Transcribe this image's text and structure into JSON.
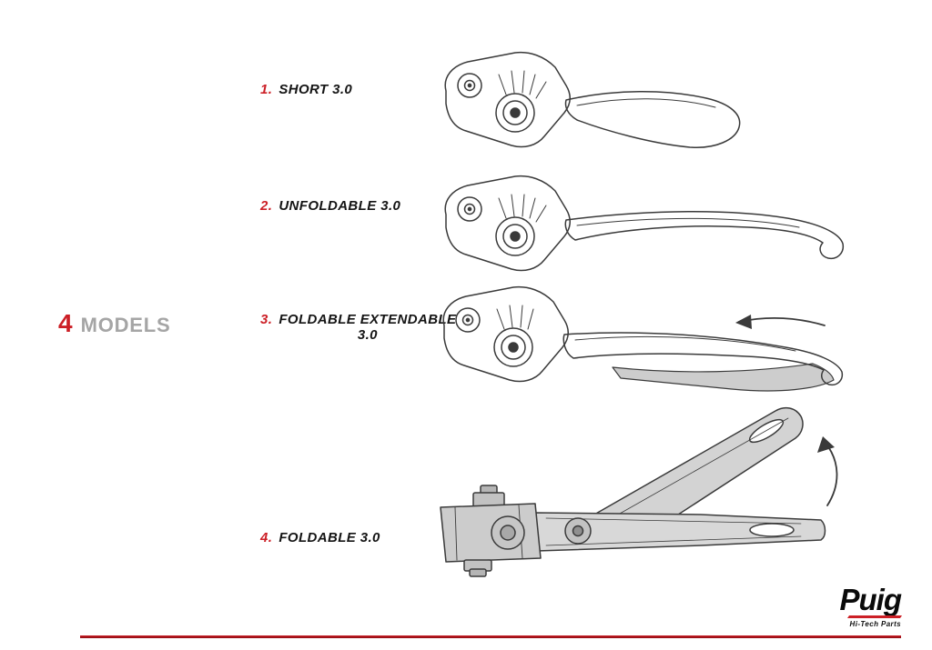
{
  "models_label": {
    "number": "4",
    "text": "MODELS"
  },
  "items": [
    {
      "number": "1.",
      "label": "SHORT 3.0"
    },
    {
      "number": "2.",
      "label": "UNFOLDABLE 3.0"
    },
    {
      "number": "3.",
      "label": "FOLDABLE EXTENDABLE\n3.0"
    },
    {
      "number": "4.",
      "label": "FOLDABLE 3.0"
    }
  ],
  "logo": {
    "brand": "Puig",
    "tagline": "Hi-Tech Parts"
  },
  "icons": {
    "extend_arrow": "left-arrow",
    "fold_arrow": "curved-up-arrow"
  },
  "colors": {
    "accent_red": "#cc1f26",
    "gray_text": "#a5a5a5",
    "line_art": "#3a3a3a",
    "shade_gray": "#cdcdcd"
  }
}
